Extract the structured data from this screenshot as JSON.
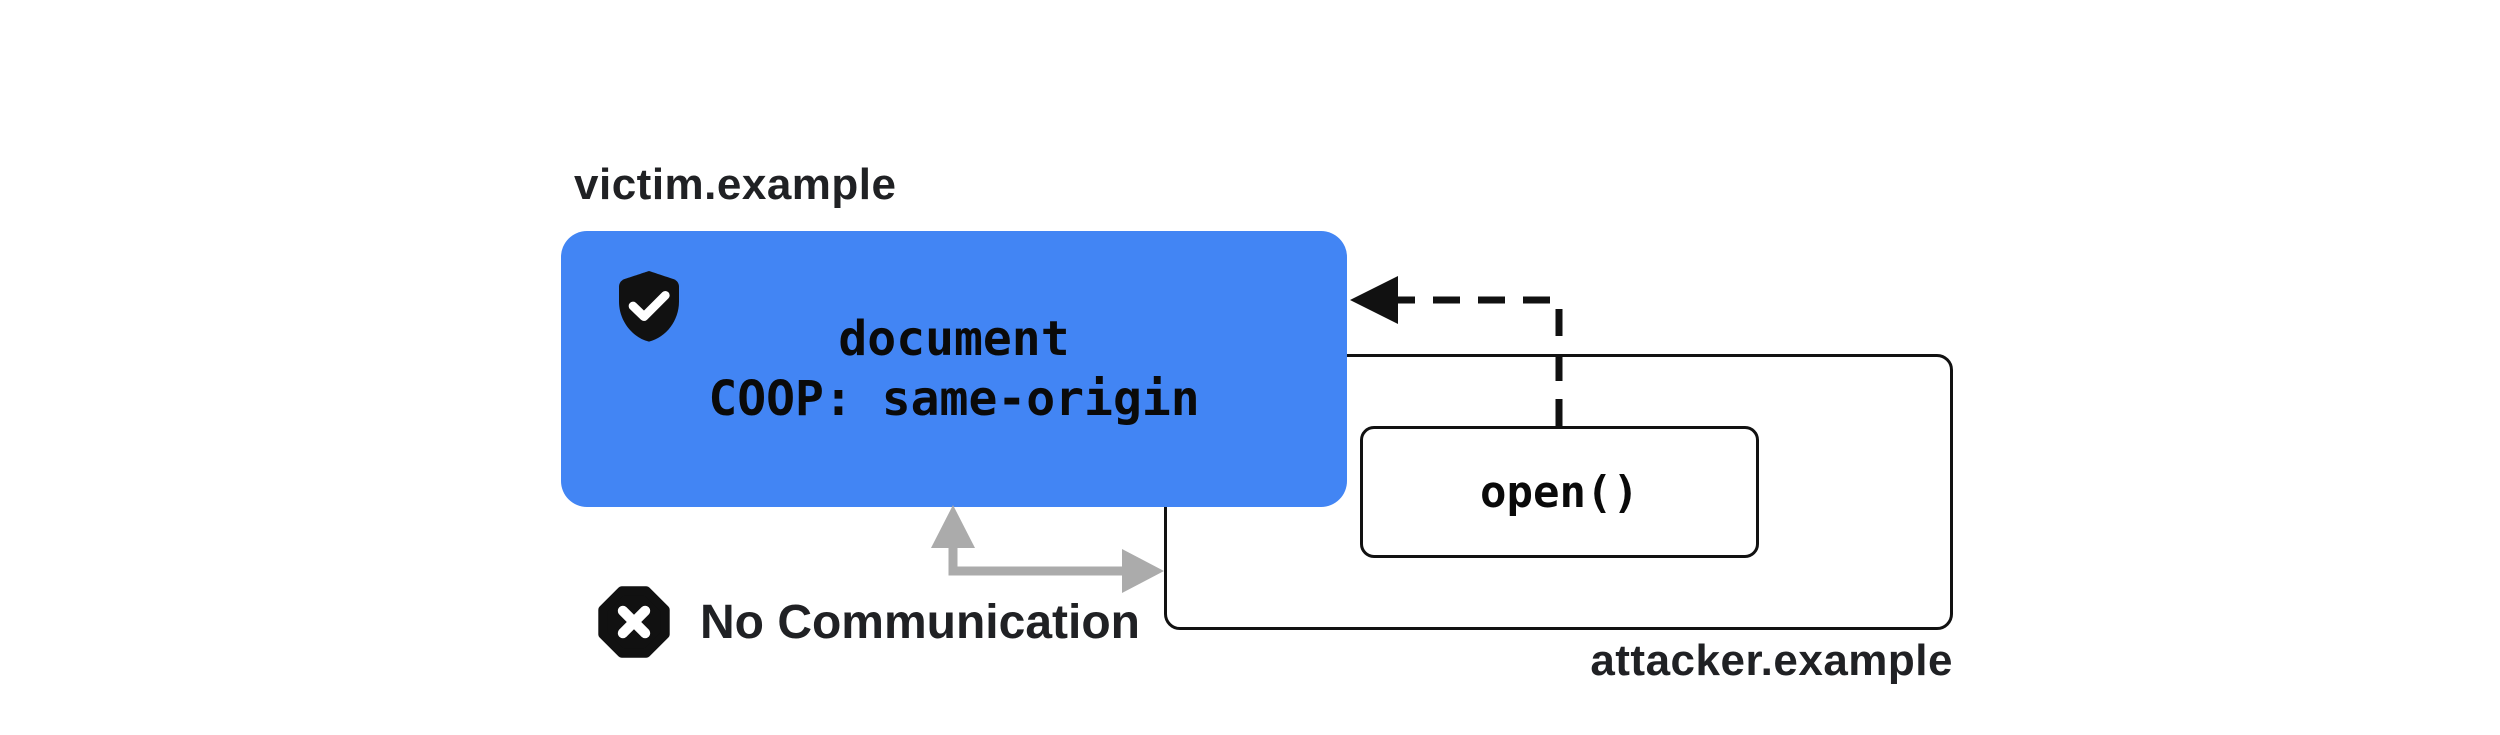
{
  "diagram": {
    "victim": {
      "label": "victim.example",
      "box_lines": {
        "line1": "document",
        "line2": "COOP: same-origin"
      }
    },
    "attacker": {
      "label": "attacker.example",
      "open_call": "open()"
    },
    "blocked": {
      "label": "No Communication"
    },
    "icons": {
      "shield_check": "shield-check-icon",
      "blocked_octagon": "blocked-x-octagon-icon",
      "dashed_arrow": "open-call-dashed-arrow",
      "gray_arrow": "blocked-communication-arrow"
    },
    "colors": {
      "victim_fill": "#4285F4",
      "outline": "#111111",
      "text_dark": "#202124",
      "arrow_gray": "#ABABAB",
      "icon_fill": "#111111",
      "background": "#FFFFFF"
    }
  }
}
